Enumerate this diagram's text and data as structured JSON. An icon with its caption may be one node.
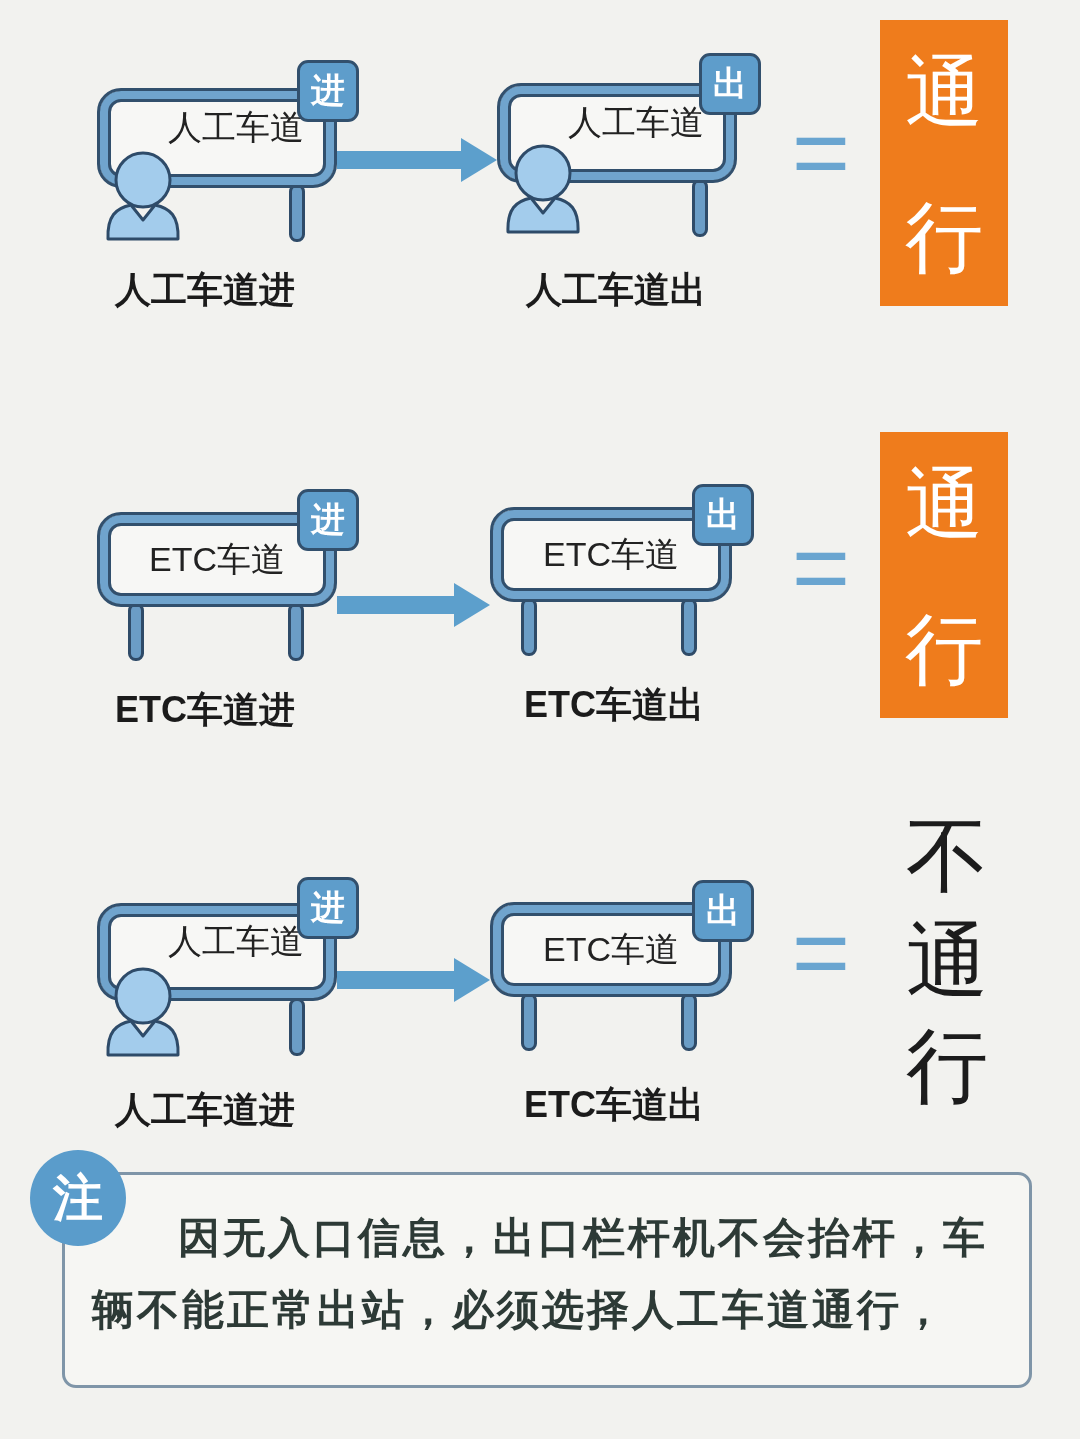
{
  "diagram": {
    "nodes": [
      {
        "text": [
          "人工车道"
        ],
        "beside": [
          "人工车道进"
        ]
      },
      {
        "text": [
          "进"
        ]
      },
      {
        "text": [
          "人工车道"
        ],
        "beside": [
          "人工车道出"
        ]
      },
      {
        "text": [
          "出"
        ]
      },
      {
        "text": [
          "通行"
        ]
      },
      {
        "text": [
          "ETC车道"
        ],
        "beside": [
          "ETC车道进"
        ]
      },
      {
        "text": [
          "进"
        ]
      },
      {
        "text": [
          "ETC车道"
        ],
        "beside": [
          "ETC车道出"
        ]
      },
      {
        "text": [
          "出"
        ]
      },
      {
        "text": [
          "通行"
        ]
      },
      {
        "text": [
          "人工车道"
        ]
      },
      {
        "text": [
          "进"
        ]
      },
      {
        "text": [
          "ETC车道"
        ]
      },
      {
        "text": [
          "出"
        ]
      },
      {
        "text": [
          "注"
        ]
      },
      {
        "text": [
          "因无入口信息，出口栏杆机不会抬杆，车辆不能正常出站，必须选择人工车道通行，"
        ]
      }
    ],
    "edges": [
      {
        "from": 0,
        "to": 2,
        "arrow": "to"
      },
      {
        "from": 5,
        "to": 7,
        "arrow": "to"
      },
      {
        "from": 10,
        "to": 12,
        "arrow": "to"
      }
    ],
    "labels": [
      "=",
      "=",
      "=",
      "不通行",
      "人工车道进",
      "ETC车道出"
    ]
  }
}
